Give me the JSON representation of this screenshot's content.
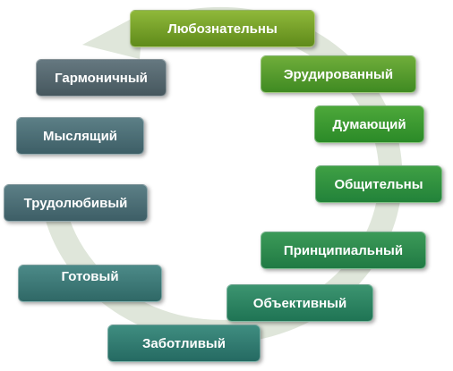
{
  "diagram": {
    "items": [
      {
        "label": "Любознательны"
      },
      {
        "label": "Эрудированный"
      },
      {
        "label": "Думающий"
      },
      {
        "label": "Общительны"
      },
      {
        "label": "Принципиальный"
      },
      {
        "label": "Объективный"
      },
      {
        "label": "Заботливый"
      },
      {
        "label": "Готовый"
      },
      {
        "label": "Трудолюбивый"
      },
      {
        "label": "Мыслящий"
      },
      {
        "label": "Гармоничный"
      }
    ]
  },
  "colors": {
    "ring": "#d5ddd0",
    "top_green": "#6e9e26",
    "bottom_teal": "#2a7a6a",
    "gray_slate": "#55666e"
  }
}
